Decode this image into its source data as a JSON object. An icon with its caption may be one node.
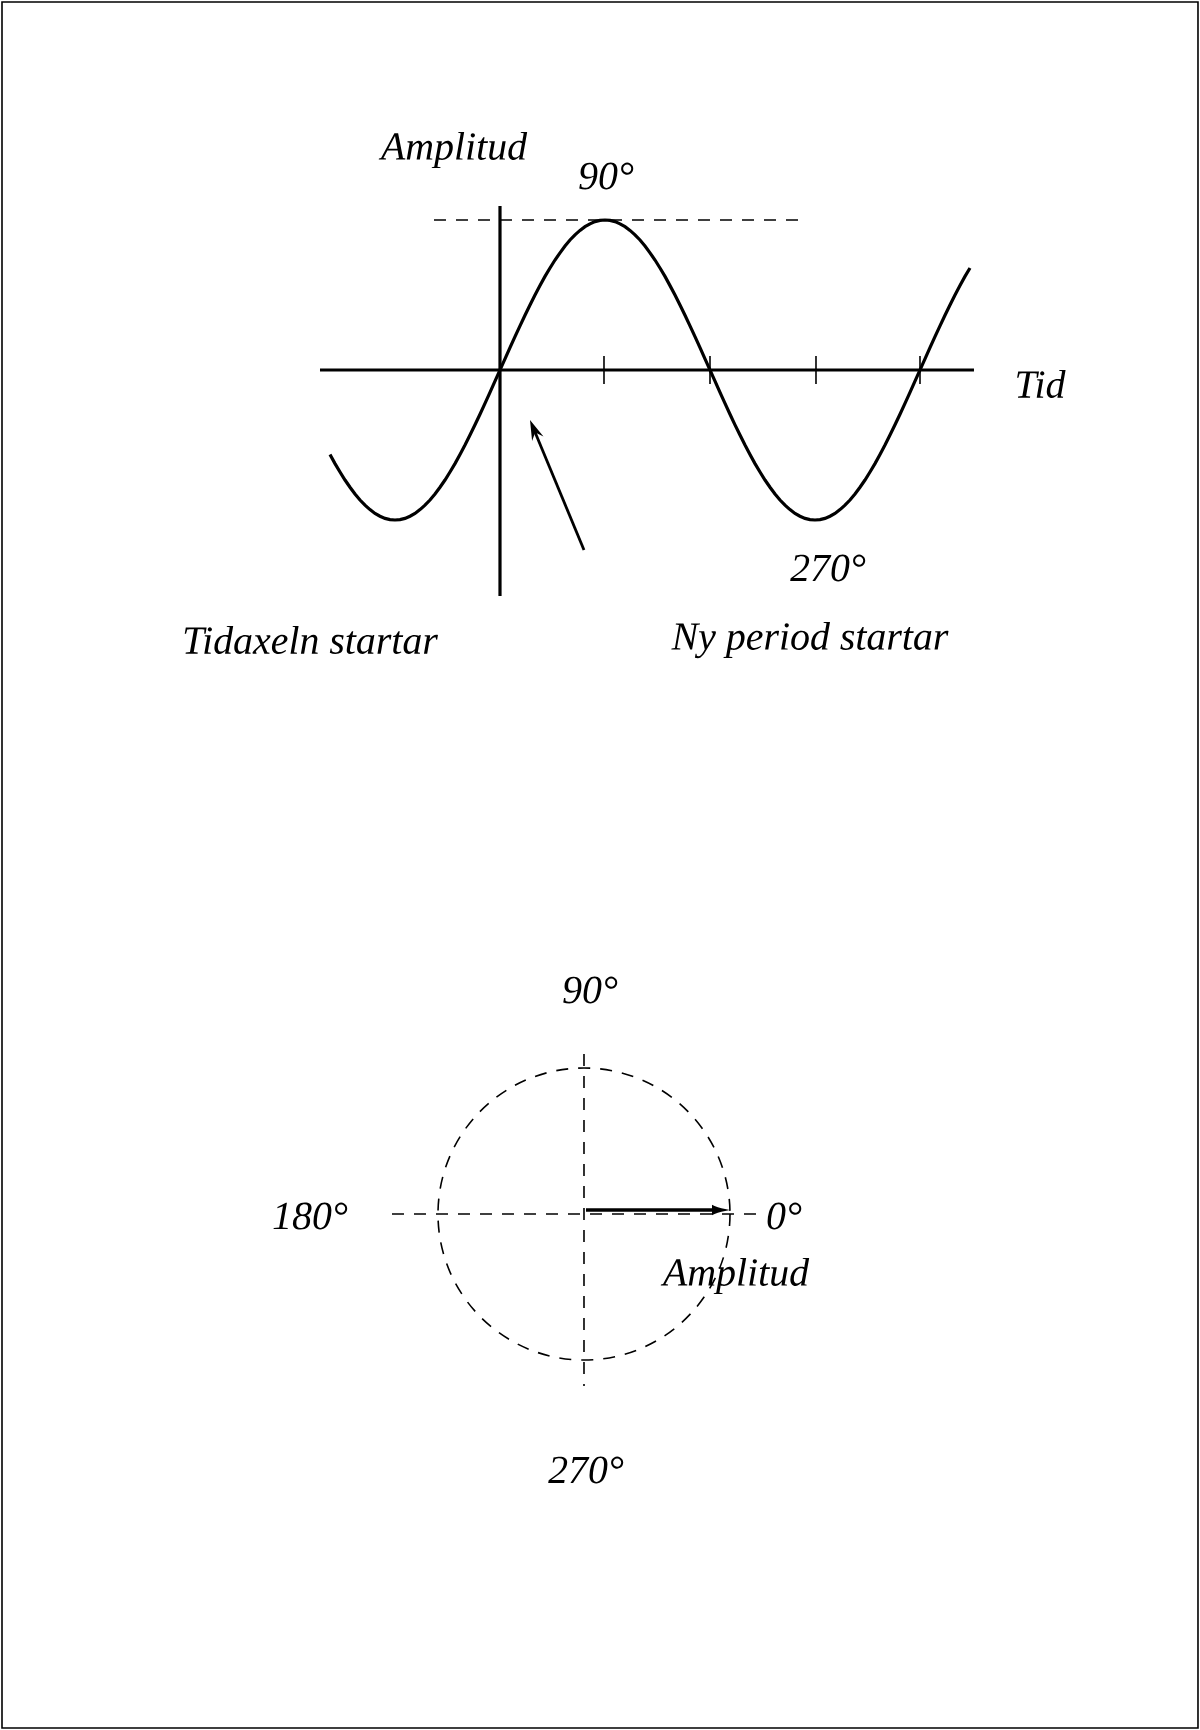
{
  "diagram": {
    "labels": [
      "Amplitud",
      "90°",
      "Tid",
      "270°",
      "Tidaxeln startar",
      "Ny period startar",
      "90°",
      "180°",
      "0°",
      "Amplitud",
      "270°"
    ]
  }
}
